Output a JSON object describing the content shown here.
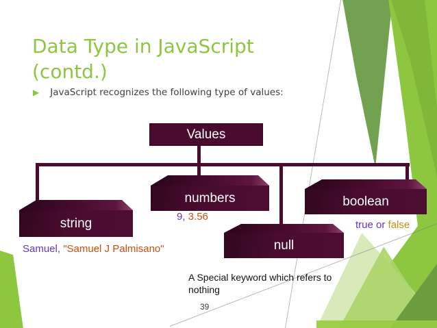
{
  "header": {
    "title_line1": "Data Type in JavaScript",
    "title_line2": "(contd.)",
    "bullet_glyph": "▶",
    "bullet_text": "JavaScript recognizes the following type of values:"
  },
  "diagram": {
    "root_label": "Values",
    "nodes": [
      {
        "label": "string"
      },
      {
        "label": "numbers"
      },
      {
        "label": "null"
      },
      {
        "label": "boolean"
      }
    ],
    "examples": {
      "numbers_prefix": "9,",
      "numbers_rest": " 3.56",
      "string_prefix": "Samuel,",
      "string_rest": " \"Samuel J Palmisano\"",
      "boolean_prefix": "true or ",
      "boolean_rest": "false",
      "null_note": "A Special keyword which refers to nothing"
    }
  },
  "footer": {
    "page_number": "39"
  },
  "colors": {
    "accent_green": "#8dc63f",
    "sage_green": "#72a24f",
    "pale_green": "#d8eab9",
    "box_maroon": "#4a0c2e",
    "purple": "#6633cc",
    "orange": "#cc4e0c",
    "gold": "#c98c10",
    "body_gray": "#3f3f3f"
  }
}
